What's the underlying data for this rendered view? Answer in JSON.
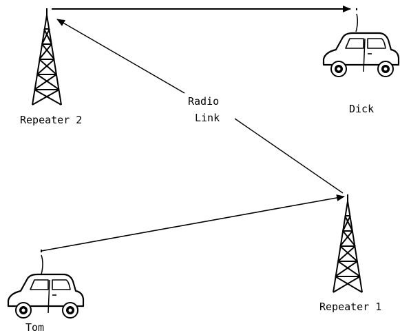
{
  "labels": {
    "repeater_2": "Repeater 2",
    "repeater_1": "Repeater 1",
    "dick": "Dick",
    "tom": "Tom",
    "link_line1": "Radio",
    "link_line2": "Link"
  },
  "colors": {
    "ink": "#000000",
    "background": "#ffffff"
  }
}
